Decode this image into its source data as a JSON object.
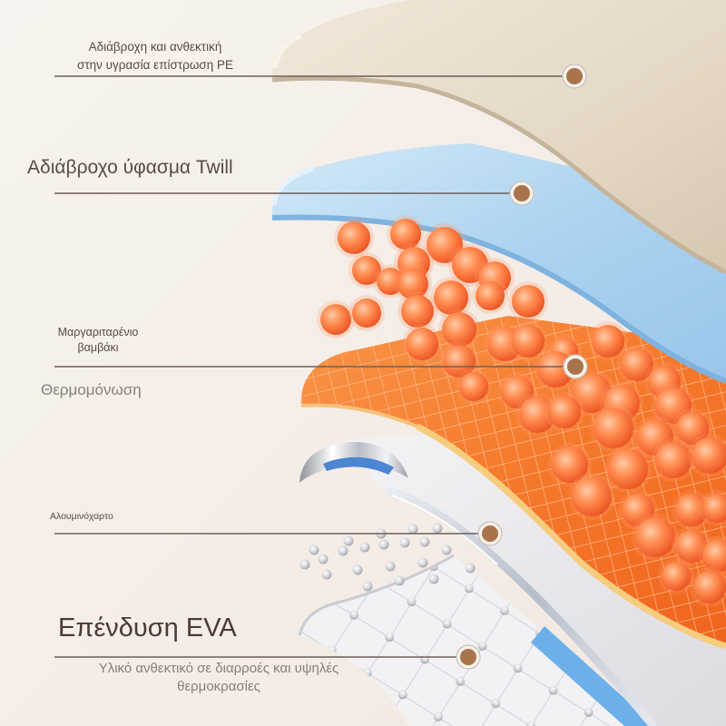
{
  "labels": {
    "pe_coating": {
      "line1": "Αδιάβροχη και ανθεκτική",
      "line2": "στην υγρασία επίστρωση PE"
    },
    "twill": "Αδιάβροχο ύφασμα Twill",
    "pearl_cotton": {
      "line1": "Μαργαριταρένιο",
      "line2": "βαμβάκι"
    },
    "insulation": "Θερμομόνωση",
    "aluminum": "Αλουμινόχαρτο",
    "eva": {
      "title": "Επένδυση EVA",
      "description_line1": "Υλικό ανθεκτικό σε διαρροές και υψηλές",
      "description_line2": "θερμοκρασίες"
    }
  },
  "colors": {
    "background": "#f5eee8",
    "marker": "#a9744c",
    "label_text": "#5a4a42",
    "secondary_text": "#858080",
    "leader_line": "#6e5e56"
  }
}
